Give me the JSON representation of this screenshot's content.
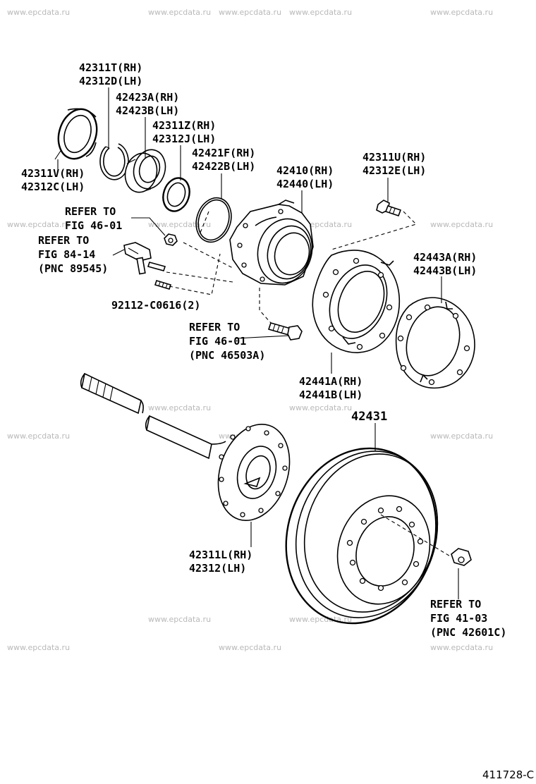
{
  "watermark": "www.epcdata.ru",
  "figure_number": "411728-C",
  "labels": {
    "seal_outer": [
      "42311V(RH)",
      "42312C(LH)"
    ],
    "snap_ring": [
      "42311T(RH)",
      "42312D(LH)"
    ],
    "bearing": [
      "42423A(RH)",
      "42423B(LH)"
    ],
    "retainer": [
      "42311Z(RH)",
      "42312J(LH)"
    ],
    "o_ring": [
      "42421F(RH)",
      "42422B(LH)"
    ],
    "hub_housing": [
      "42410(RH)",
      "42440(LH)"
    ],
    "bolt_top": [
      "42311U(RH)",
      "42312E(LH)"
    ],
    "nut_ref": [
      "REFER TO",
      "FIG 46-01"
    ],
    "sensor_ref": [
      "REFER TO",
      "FIG 84-14",
      "(PNC 89545)"
    ],
    "screw": [
      "92112-C0616(2)"
    ],
    "bolt_ref": [
      "REFER TO",
      "FIG 46-01",
      "(PNC 46503A)"
    ],
    "backing_plate": [
      "42441A(RH)",
      "42441B(LH)"
    ],
    "gasket": [
      "42443A(RH)",
      "42443B(LH)"
    ],
    "axle_shaft": [
      "42311L(RH)",
      "42312(LH)"
    ],
    "disc": [
      "42431"
    ],
    "lug_ref": [
      "REFER TO",
      "FIG 41-03",
      "(PNC 42601C)"
    ]
  }
}
